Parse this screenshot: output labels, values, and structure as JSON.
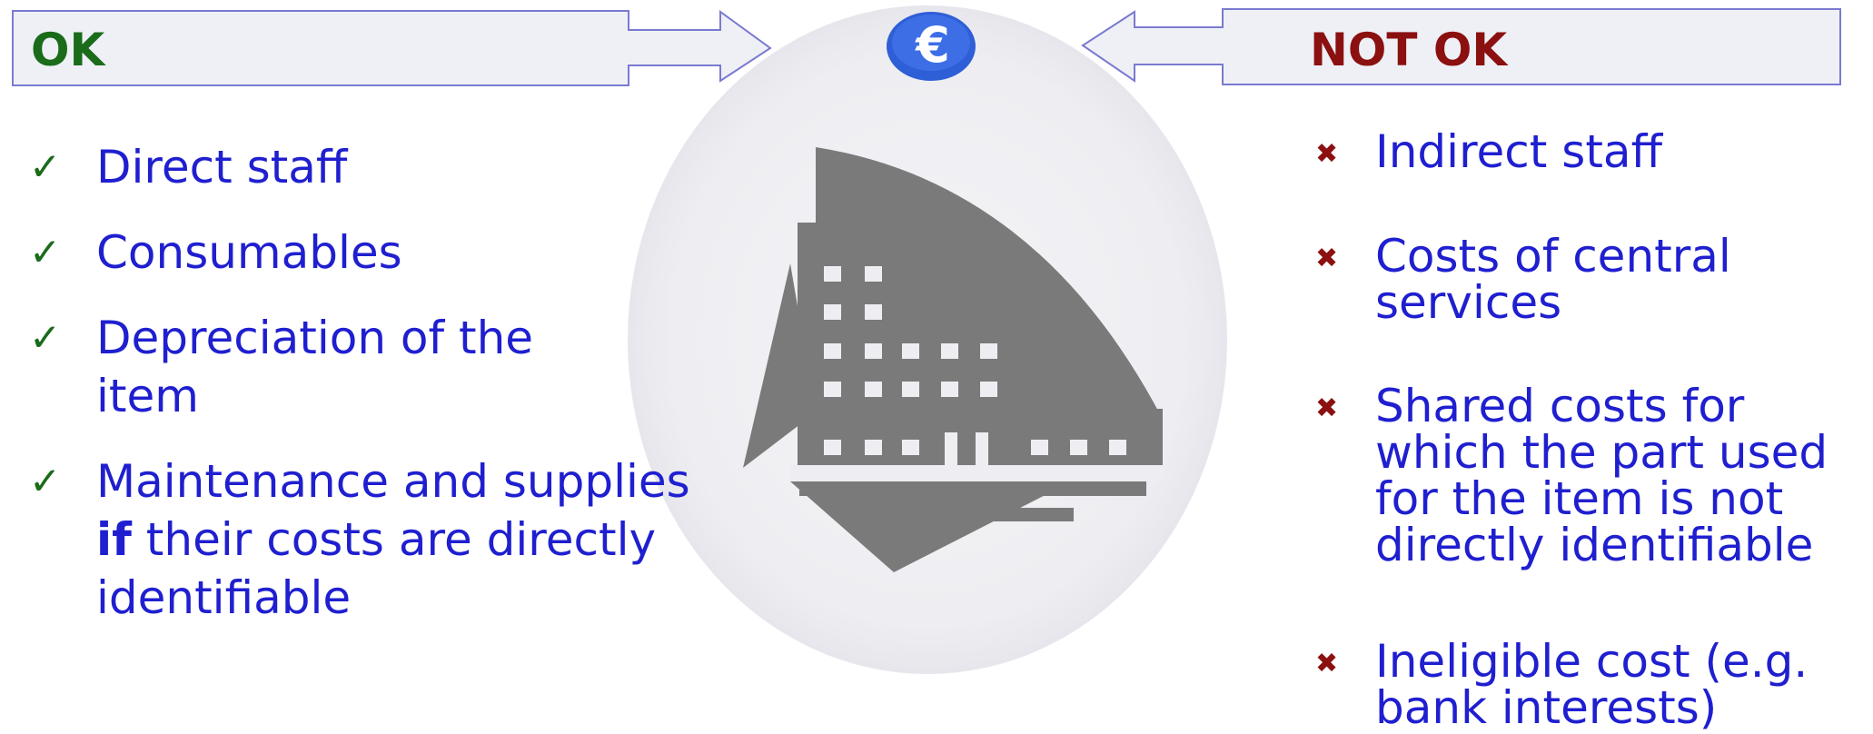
{
  "ok": {
    "label": "OK",
    "check_icon": "check-icon",
    "items": [
      {
        "text": "Direct staff"
      },
      {
        "text": "Consumables"
      },
      {
        "text": "Depreciation of the item"
      },
      {
        "before": "Maintenance and supplies ",
        "bold": "if",
        "after": " their costs are directly identifiable"
      }
    ]
  },
  "not_ok": {
    "label": "NOT OK",
    "cross_icon": "cross-icon",
    "items": [
      {
        "text": "Indirect staff"
      },
      {
        "text": "Costs of central services"
      },
      {
        "text": "Shared costs for which the part used for the item is not directly identifiable"
      },
      {
        "text": "Ineligible cost (e.g. bank interests)"
      }
    ]
  },
  "center": {
    "euro_symbol": "€",
    "icons": [
      "euro-coin-icon",
      "building-icon"
    ]
  },
  "colors": {
    "ok": "#1a6b1a",
    "not_ok": "#8b1010",
    "text": "#1f1fd0",
    "arrow_fill": "#eef0f6",
    "arrow_stroke": "#7a7ad0",
    "circle_bg": "#eeeef2",
    "building": "#7a7a7a",
    "coin": "#2f5fd6"
  }
}
